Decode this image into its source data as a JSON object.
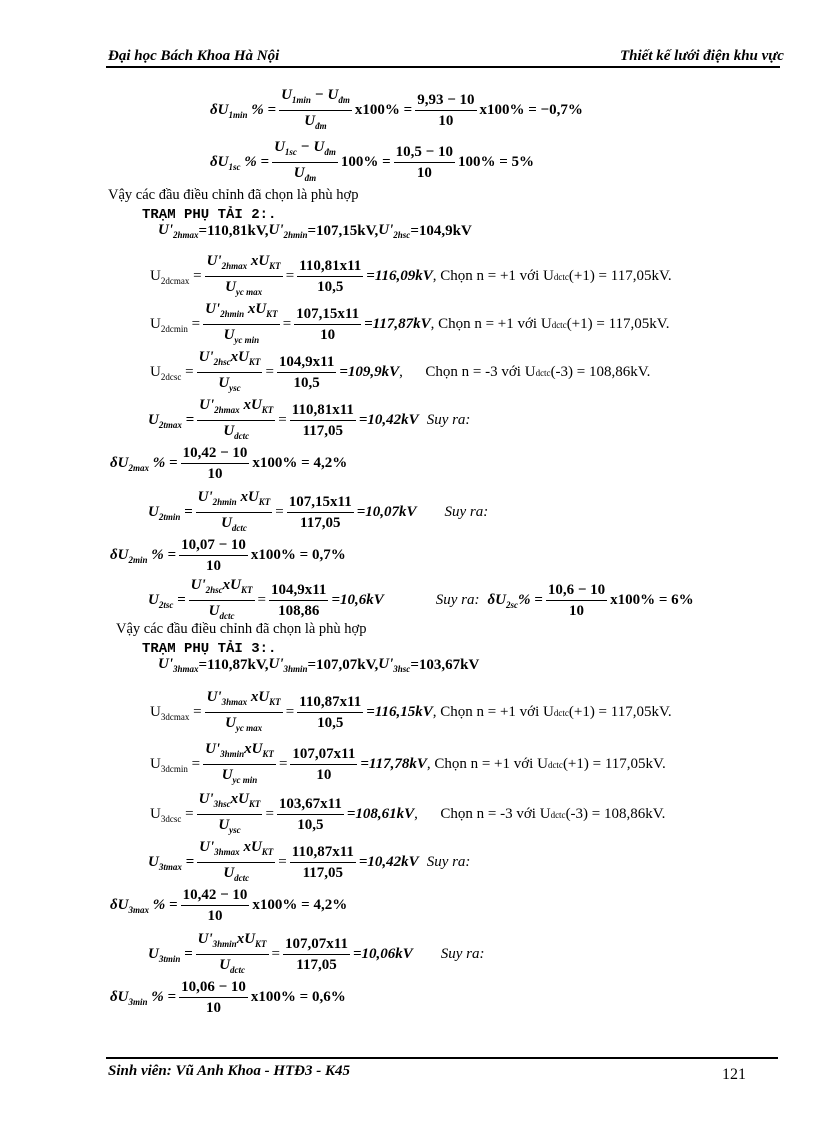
{
  "header": {
    "left": "Đại học Bách Khoa Hà Nội",
    "right": "Thiết kế lưới  điện khu vực"
  },
  "footer": {
    "left": "Sinh viên: Vũ Anh Khoa - HTĐ3 - K45",
    "page_number": "121"
  },
  "station1": {
    "dU1min": {
      "lhs": "δU",
      "lhs_sub": "1min",
      "num": "U",
      "num_sub": "1min",
      "num_minus": " − U",
      "num_sub2": "đm",
      "den": "U",
      "den_sub": "đm",
      "mult": "x100% =",
      "frac2_num": "9,93 − 10",
      "frac2_den": "10",
      "result": "x100% = −0,7%"
    },
    "dU1sc": {
      "lhs": "δU",
      "lhs_sub": "1sc",
      "num": "U",
      "num_sub": "1sc",
      "num_minus": " − U",
      "num_sub2": "đm",
      "den": "U",
      "den_sub": "đm",
      "mult": "100% =",
      "frac2_num": "10,5 − 10",
      "frac2_den": "10",
      "result": "100% = 5%"
    }
  },
  "conclusion_text": "Vậy các đầu điều chỉnh đã chọn là phù hợp",
  "station2": {
    "title": "TRẠM PHỤ TẢI 2:.",
    "given": "U'2hmax = 110,81kV, U'2hmin = 107,15kV, U'2hsc = 104,9kV",
    "given_parts": {
      "a_sub": "2hmax",
      "a_val": "=110,81kV,",
      "b_sub": "2hmin",
      "b_val": "=107,15kV,",
      "c_sub": "2hsc",
      "c_val": "=104,9kV"
    },
    "Udcmax": {
      "lhs": "U",
      "lhs_sub": "2dcmax",
      "num_sub": "2hmax",
      "den_sub": "yc max",
      "frac_num": "110,81x11",
      "frac_den": "10,5",
      "result": "=116,09kV",
      "choice": ", Chọn  n = +1 với U",
      "choice_sub": "dctc",
      "choice_tail": "(+1) = 117,05kV."
    },
    "Udcmin": {
      "lhs": "U",
      "lhs_sub": "2dcmin",
      "num_sub": "2hmin",
      "den_sub": "yc min",
      "frac_num": "107,15x11",
      "frac_den": "10",
      "result": "=117,87kV",
      "choice": ",  Chọn  n = +1 với U",
      "choice_sub": "dctc",
      "choice_tail": "(+1) = 117,05kV."
    },
    "Udcsc": {
      "lhs": "U",
      "lhs_sub": "2dcsc",
      "num_sub": "2hsc",
      "den_sub": "ysc",
      "frac_num": "104,9x11",
      "frac_den": "10,5",
      "result": "=109,9kV",
      "choice": ",      Chọn n = -3 với U",
      "choice_sub": "dctc",
      "choice_tail": "(-3) = 108,86kV."
    },
    "Utmax": {
      "lhs": "U",
      "lhs_sub": "2tmax",
      "num_sub": "2hmax",
      "den_sub": "dctc",
      "frac_num": "110,81x11",
      "frac_den": "117,05",
      "result": "=10,42kV",
      "suy_ra": "Suy ra:"
    },
    "dUmax": {
      "lhs_sub": "2max",
      "frac_num": "10,42 − 10",
      "frac_den": "10",
      "result": "x100% = 4,2%"
    },
    "Utmin": {
      "lhs": "U",
      "lhs_sub": "2tmin",
      "num_sub": "2hmin",
      "den_sub": "dctc",
      "frac_num": "107,15x11",
      "frac_den": "117,05",
      "result": "=10,07kV",
      "suy_ra": "Suy ra:"
    },
    "dUmin": {
      "lhs_sub": "2min",
      "frac_num": "10,07 − 10",
      "frac_den": "10",
      "result": "x100% = 0,7%"
    },
    "Utsc": {
      "lhs": "U",
      "lhs_sub": "2tsc",
      "num_sub": "2hsc",
      "den_sub": "dctc",
      "frac_num": "104,9x11",
      "frac_den": "108,86",
      "result": "=10,6kV",
      "suy_ra": "Suy ra:",
      "d_sub": "2sc",
      "d_frac_num": "10,6 − 10",
      "d_frac_den": "10",
      "d_result": "x100% = 6%"
    }
  },
  "station3": {
    "title": "TRẠM PHỤ TẢI 3:.",
    "given": "U'3hmax = 110,87kV, U'3hmin = 107,07kV, U'3hsc = 103,67kV",
    "given_parts": {
      "a_sub": "3hmax",
      "a_val": "=110,87kV,",
      "b_sub": "3hmin",
      "b_val": "=107,07kV,",
      "c_sub": "3hsc",
      "c_val": "=103,67kV"
    },
    "Udcmax": {
      "lhs": "U",
      "lhs_sub": "3dcmax",
      "num_sub": "3hmax",
      "den_sub": "yc max",
      "frac_num": "110,87x11",
      "frac_den": "10,5",
      "result": "=116,15kV",
      "choice": ", Chọn  n = +1 với U",
      "choice_sub": "dctc",
      "choice_tail": "(+1) = 117,05kV."
    },
    "Udcmin": {
      "lhs": "U",
      "lhs_sub": "3dcmin",
      "num_sub": "3hmin",
      "den_sub": "yc min",
      "frac_num": "107,07x11",
      "frac_den": "10",
      "result": "=117,78kV",
      "choice": ",  Chọn  n = +1 với U",
      "choice_sub": "dctc",
      "choice_tail": "(+1) = 117,05kV."
    },
    "Udcsc": {
      "lhs": "U",
      "lhs_sub": "3dcsc",
      "num_sub": "3hsc",
      "den_sub": "ysc",
      "frac_num": "103,67x11",
      "frac_den": "10,5",
      "result": "=108,61kV",
      "choice": ",      Chọn n = -3 với U",
      "choice_sub": "dctc",
      "choice_tail": "(-3) = 108,86kV."
    },
    "Utmax": {
      "lhs": "U",
      "lhs_sub": "3tmax",
      "num_sub": "3hmax",
      "den_sub": "dctc",
      "frac_num": "110,87x11",
      "frac_den": "117,05",
      "result": "=10,42kV",
      "suy_ra": "Suy ra:"
    },
    "dUmax": {
      "lhs_sub": "3max",
      "frac_num": "10,42 − 10",
      "frac_den": "10",
      "result": "x100% = 4,2%"
    },
    "Utmin": {
      "lhs": "U",
      "lhs_sub": "3tmin",
      "num_sub": "3hmin",
      "den_sub": "dctc",
      "frac_num": "107,07x11",
      "frac_den": "117,05",
      "result": "=10,06kV",
      "suy_ra": "Suy ra:"
    },
    "dUmin": {
      "lhs_sub": "3min",
      "frac_num": "10,06 − 10",
      "frac_den": "10",
      "result": "x100% = 0,6%"
    }
  },
  "symbols": {
    "U": "U",
    "Uprime": "U'",
    "dU": "δU",
    "pct": "% =",
    "eq": "=",
    "xU": "xU",
    "KT": "KT"
  }
}
